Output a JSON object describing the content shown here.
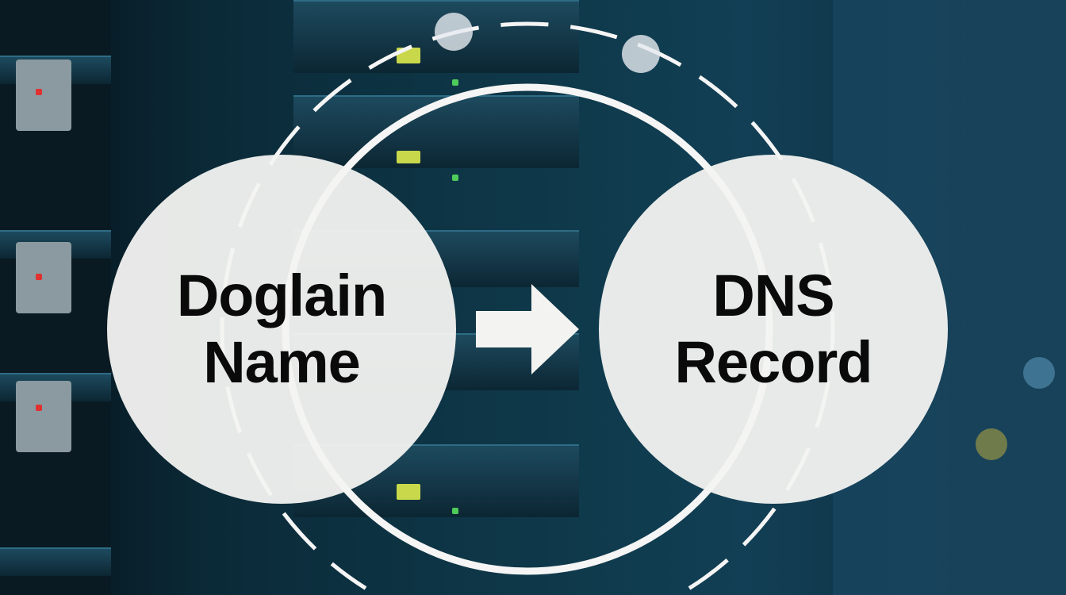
{
  "left_node": {
    "line1": "Doglain",
    "line2": "Name"
  },
  "right_node": {
    "line1": "DNS",
    "line2": "Record"
  },
  "colors": {
    "bubble": "#f3f3f1",
    "text": "#0a0a0a",
    "background": "#0d3444"
  }
}
